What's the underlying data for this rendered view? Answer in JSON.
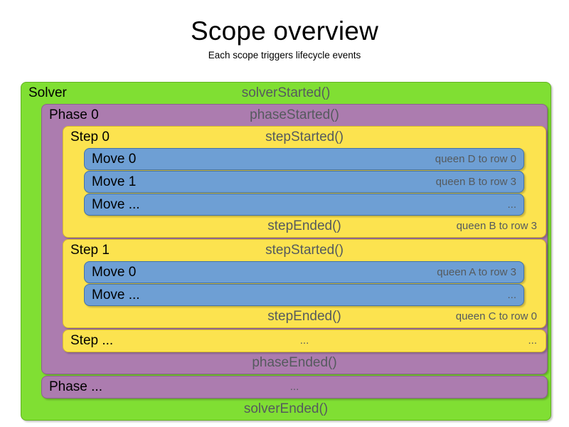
{
  "header": {
    "title": "Scope overview",
    "subtitle": "Each scope triggers lifecycle events"
  },
  "colors": {
    "solver": "#80DF33",
    "phase": "#AC7CAF",
    "step": "#FCE34F",
    "move": "#6E9FD4",
    "event_text": "#555a5e",
    "label_text": "#000000",
    "background": "#ffffff"
  },
  "diagram": {
    "solver": {
      "label": "Solver",
      "started_event": "solverStarted()",
      "ended_event": "solverEnded()",
      "phases": [
        {
          "label": "Phase 0",
          "started_event": "phaseStarted()",
          "ended_event": "phaseEnded()",
          "steps": [
            {
              "label": "Step 0",
              "started_event": "stepStarted()",
              "ended_event": "stepEnded()",
              "ended_detail": "queen B to row 3",
              "moves": [
                {
                  "label": "Move 0",
                  "detail": "queen D to row 0"
                },
                {
                  "label": "Move 1",
                  "detail": "queen B to row 3"
                },
                {
                  "label": "Move ...",
                  "detail": "..."
                }
              ]
            },
            {
              "label": "Step 1",
              "started_event": "stepStarted()",
              "ended_event": "stepEnded()",
              "ended_detail": "queen C to row 0",
              "moves": [
                {
                  "label": "Move 0",
                  "detail": "queen A to row 3"
                },
                {
                  "label": "Move ...",
                  "detail": "..."
                }
              ]
            },
            {
              "label": "Step ...",
              "started_event": "...",
              "ended_event": "",
              "ended_detail": "...",
              "moves": []
            }
          ]
        },
        {
          "label": "Phase ...",
          "started_event": "...",
          "ended_event": "",
          "steps": []
        }
      ]
    }
  }
}
